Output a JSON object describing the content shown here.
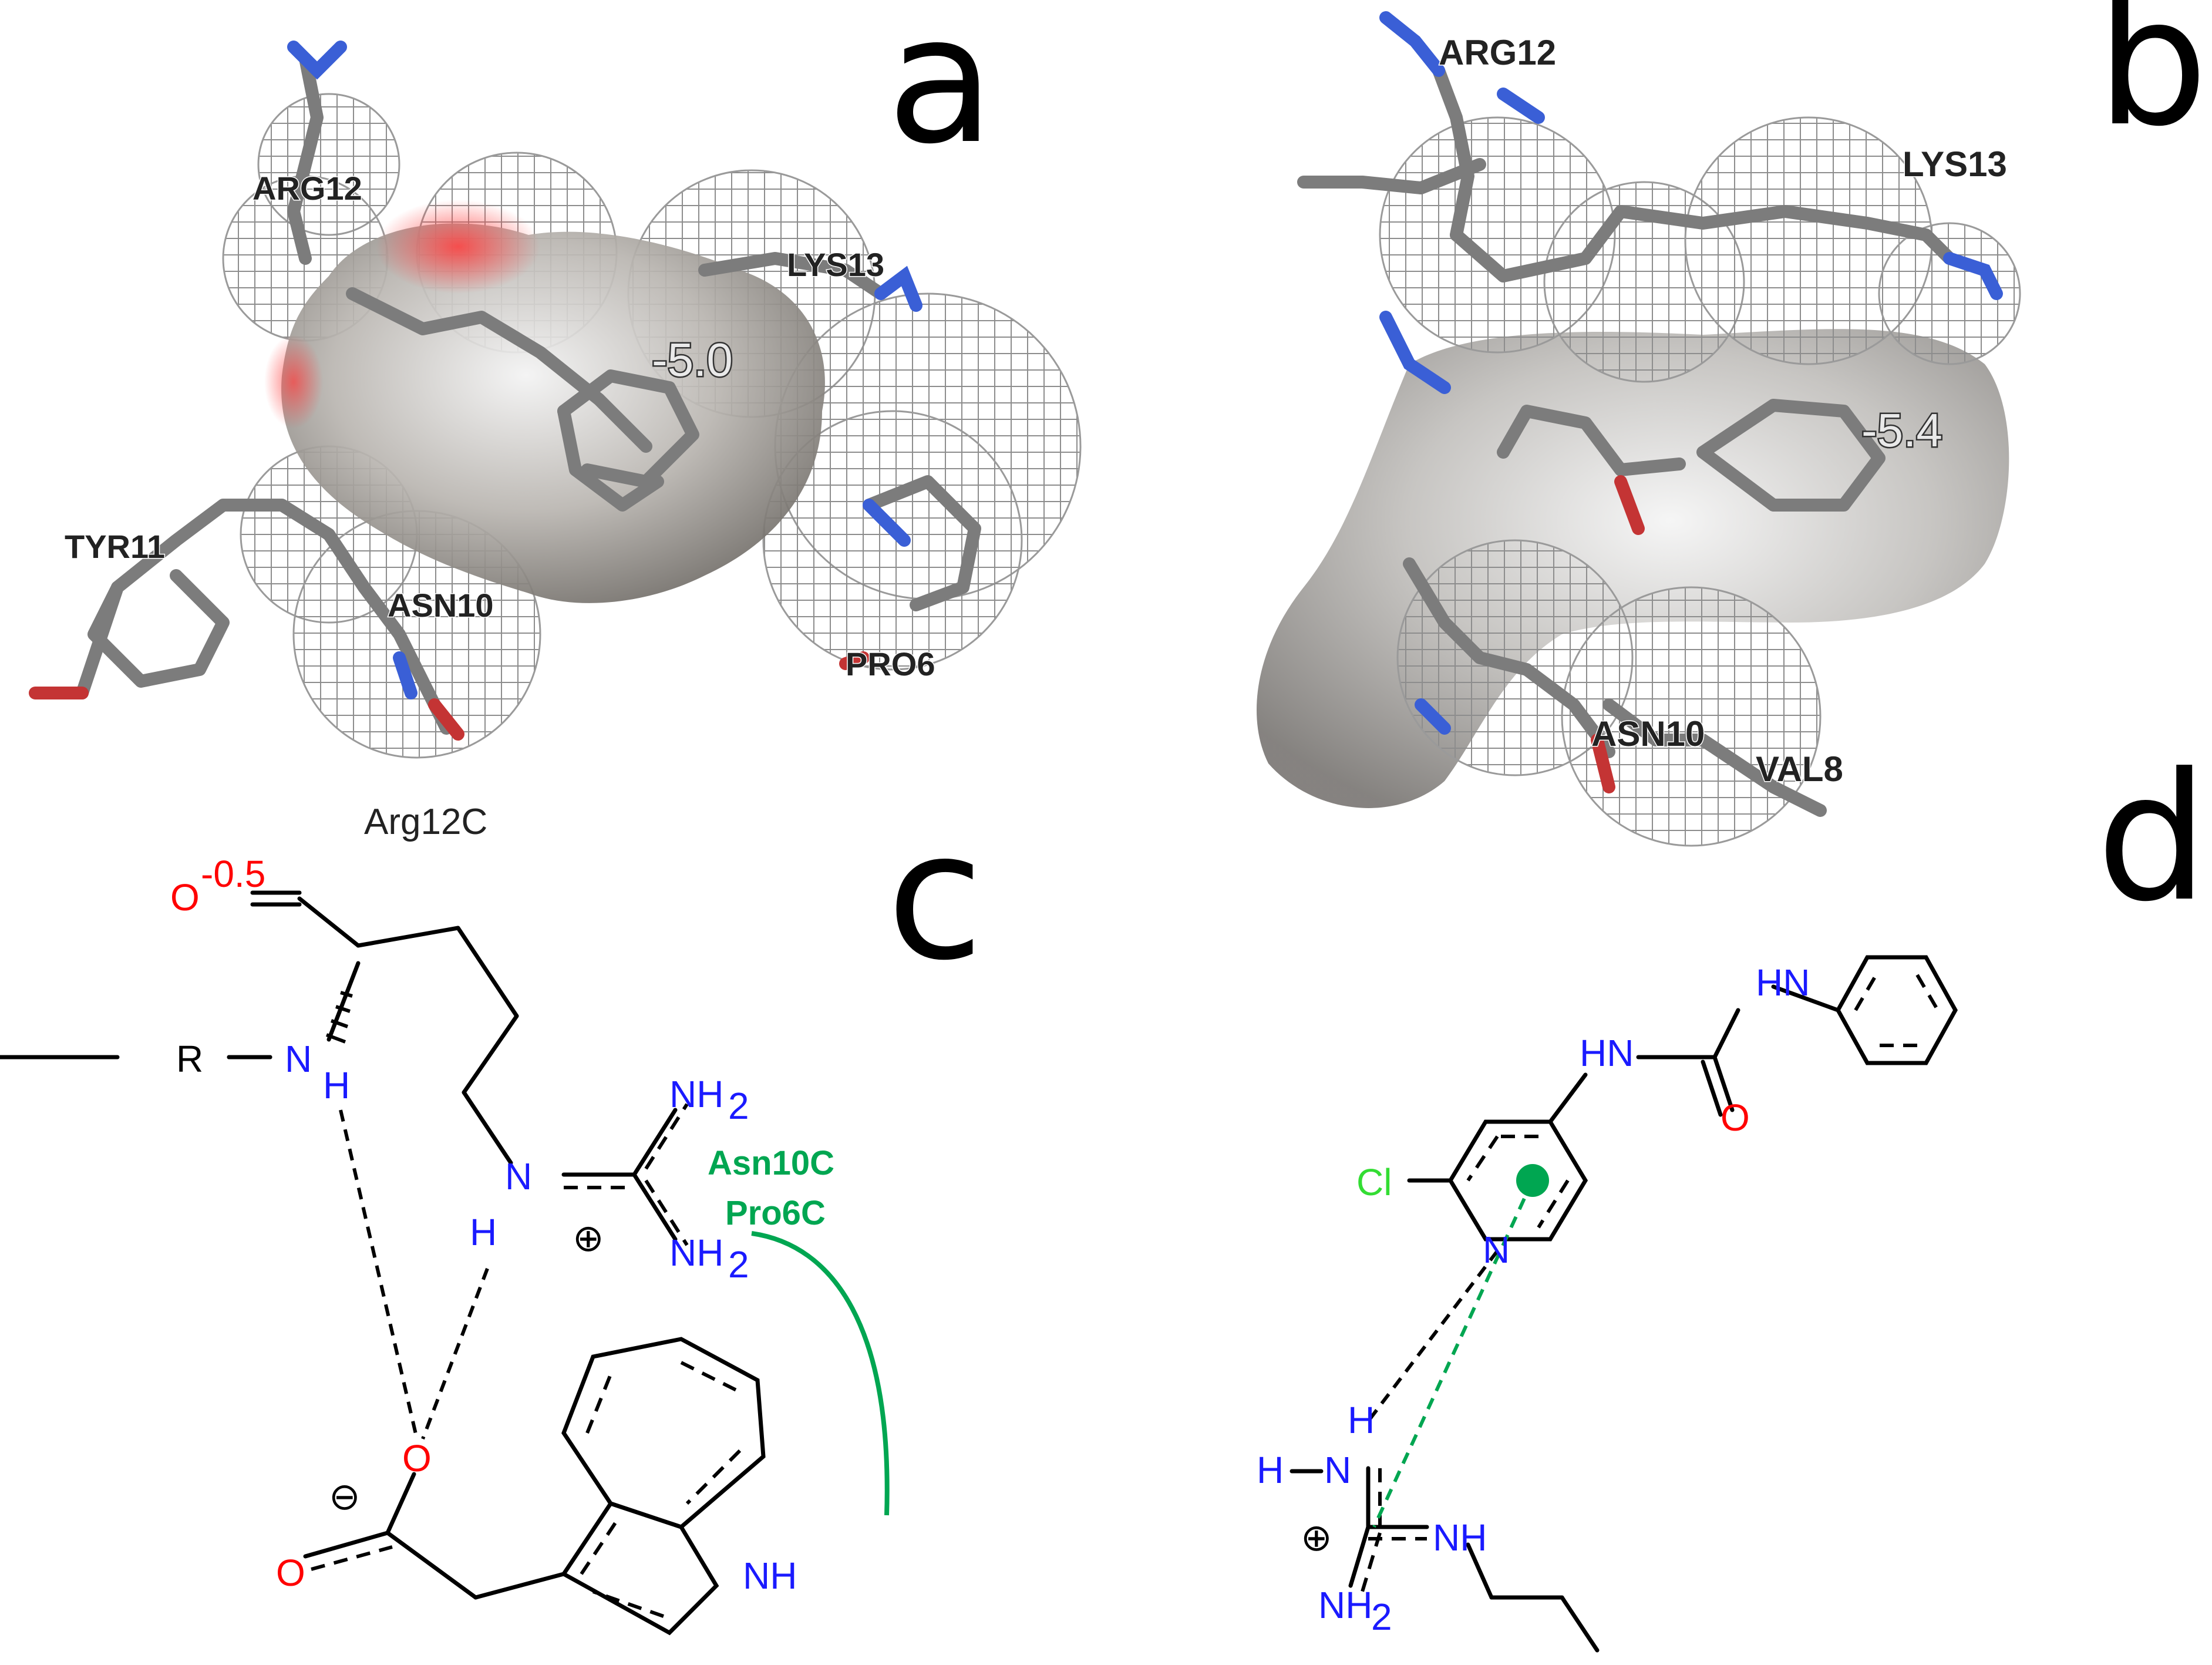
{
  "panels": {
    "a": {
      "letter": "a",
      "energy": "-5.0",
      "residues": [
        "ARG12",
        "LYS13",
        "TYR11",
        "ASN10",
        "PRO6"
      ]
    },
    "b": {
      "letter": "b",
      "energy": "-5.4",
      "residues": [
        "ARG12",
        "LYS13",
        "ASN10",
        "VAL8"
      ]
    },
    "c": {
      "letter": "c",
      "residue_label": "Arg12C",
      "hydrophobic_labels": [
        "Asn10C",
        "Pro6C"
      ],
      "atoms": {
        "o_charge": "O",
        "o_charge_sup": "-0.5",
        "r": "R",
        "n": "N",
        "h1": "H",
        "n2": "N",
        "h2": "H",
        "nh2_top": "NH",
        "nh2_top_sub": "2",
        "nh2_bot": "NH",
        "nh2_bot_sub": "2",
        "plus": "⊕",
        "minus": "⊖",
        "o_ring": "O",
        "o_carboxyl": "O",
        "nh_indole": "NH"
      }
    },
    "d": {
      "letter": "d",
      "atoms": {
        "hn_top": "HN",
        "hn_mid": "HN",
        "o": "O",
        "cl": "Cl",
        "n_pyr": "N",
        "h": "H",
        "h_n": "H",
        "n_left": "N",
        "plus": "⊕",
        "nh": "NH",
        "nh2": "NH",
        "nh2_sub": "2"
      }
    }
  },
  "colors": {
    "nitrogen": "#1a1aff",
    "oxygen": "#ff0000",
    "chlorine": "#33dd33",
    "hydrophobic": "#00a651",
    "carbon": "#000000"
  }
}
